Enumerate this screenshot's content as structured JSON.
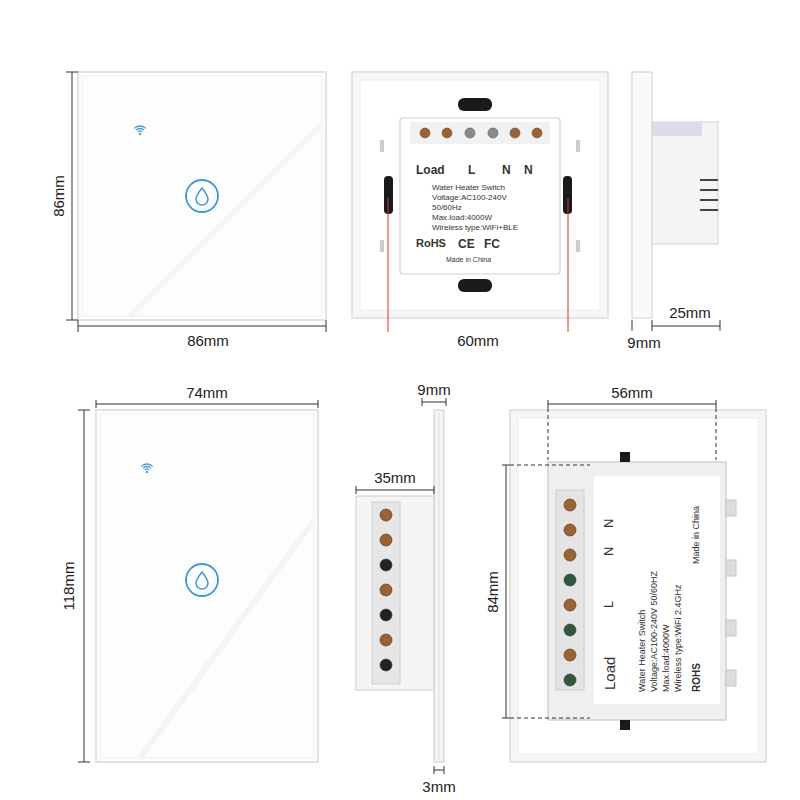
{
  "diagram": {
    "nodes": [
      {
        "text": [
          "Load",
          "L",
          "N",
          "N",
          "Water Heater Switch",
          "Voltage:AC100-240V",
          "50/60Hz",
          "Max.load:4000W",
          "Wireless type:WiFi+BLE",
          "RoHS",
          "CE",
          "FC",
          "Made in China"
        ]
      },
      {
        "text": [
          "Load",
          "L",
          "N",
          "N",
          "Water Heater Switch",
          "Voltage:AC100-240V 50/60HZ",
          "Max.load:4000W",
          "Wireless type:WiFi 2.4GHz",
          "ROHS",
          "Made in China"
        ]
      }
    ],
    "labels": [
      "86mm",
      "86mm",
      "60mm",
      "9mm",
      "25mm",
      "74mm",
      "118mm",
      "9mm",
      "35mm",
      "3mm",
      "56mm",
      "84mm"
    ]
  }
}
